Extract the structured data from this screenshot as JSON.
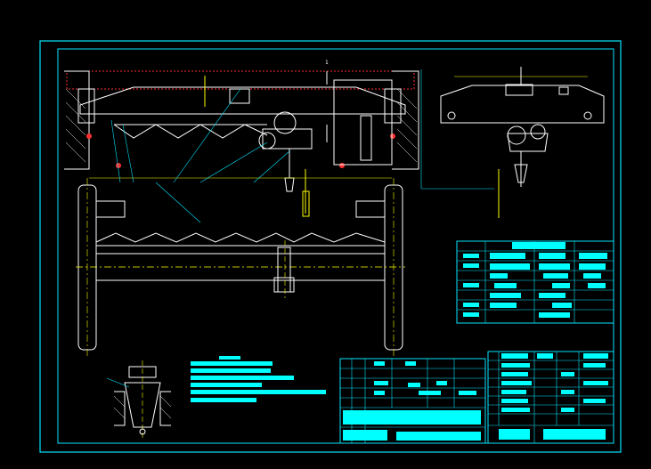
{
  "drawing": {
    "background": "#000000",
    "colors": {
      "frame": "#00e5ff",
      "geometry": "#ffffff",
      "hatch": "#ff3030",
      "yellow": "#ffff00",
      "magenta": "#ff00ff",
      "text_block": "#00ffff",
      "dimension": "#00ff00"
    },
    "span_label": "1",
    "views": [
      "front-elevation",
      "side-elevation",
      "plan-view",
      "detail-section"
    ],
    "tables": [
      "parameter-table",
      "title-block",
      "parts-list"
    ],
    "notes_block_lines": 6
  }
}
